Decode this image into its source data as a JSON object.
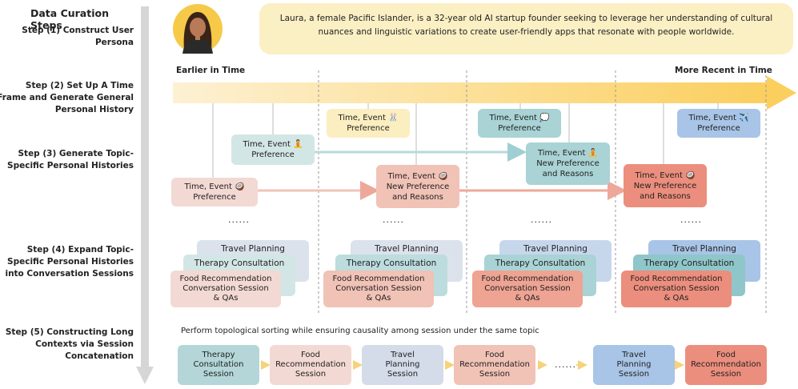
{
  "title": "Data Curation Steps",
  "steps": [
    {
      "label": "Step (1) Construct User Persona"
    },
    {
      "label": "Step (2) Set Up A Time Frame and Generate General Personal History"
    },
    {
      "label": "Step (3) Generate Topic-Specific Personal Histories"
    },
    {
      "label": "Step (4) Expand Topic-Specific Personal Histories into Conversation Sessions"
    },
    {
      "label": "Step (5) Constructing Long Contexts via Session Concatenation"
    }
  ],
  "persona": {
    "text": "Laura, a female Pacific Islander, is a 32-year old AI startup founder seeking to leverage her understanding of cultural nuances and linguistic variations to create user-friendly apps that resonate with people worldwide."
  },
  "timeline": {
    "left_label": "Earlier in Time",
    "right_label": "More Recent in Time"
  },
  "events": {
    "e_top_1": {
      "line1": "Time, Event",
      "icon": "🐰",
      "line2": "Preference"
    },
    "e_top_2": {
      "line1": "Time, Event",
      "icon": "💭",
      "line2": "Preference"
    },
    "e_top_3": {
      "line1": "Time, Event",
      "icon": "✈️",
      "line2": "Preference"
    },
    "e_mid_1": {
      "line1": "Time, Event",
      "icon": "🧘",
      "line2": "Preference"
    },
    "e_mid_2": {
      "line1": "Time, Event",
      "icon": "🧘",
      "line2": "New Preference",
      "line3": "and Reasons"
    },
    "e_low_1": {
      "line1": "Time, Event",
      "icon": "🥥",
      "line2": "Preference"
    },
    "e_low_2": {
      "line1": "Time, Event",
      "icon": "🥥",
      "line2": "New Preference",
      "line3": "and Reasons"
    },
    "e_low_3": {
      "line1": "Time, Event",
      "icon": "🥥",
      "line2": "New Preference",
      "line3": "and Reasons"
    }
  },
  "ellipsis": "......",
  "stacks": {
    "travel": "Travel Planning",
    "therapy": "Therapy Consultation",
    "food_line1": "Food Recommendation",
    "food_line2": "Conversation Session",
    "food_line3": "& QAs"
  },
  "sorting_note": "Perform topological sorting while ensuring causality among session under the same topic",
  "sequence": [
    {
      "l1": "Therapy",
      "l2": "Consultation",
      "l3": "Session"
    },
    {
      "l1": "Food",
      "l2": "Recommendation",
      "l3": "Session"
    },
    {
      "l1": "Travel",
      "l2": "Planning",
      "l3": "Session"
    },
    {
      "l1": "Food",
      "l2": "Recommendation",
      "l3": "Session"
    },
    {
      "l1": "Travel",
      "l2": "Planning",
      "l3": "Session"
    },
    {
      "l1": "Food",
      "l2": "Recommendation",
      "l3": "Session"
    }
  ],
  "colors": {
    "persona_bg": "#fbefc4",
    "timeline": "#fbd36a",
    "pink_light": "#f3d9d3",
    "pink_mid": "#f1c2b6",
    "salmon": "#ec8e7d",
    "teal_light": "#d3e6e6",
    "teal": "#a9d3d5",
    "blue_light": "#d3dce8",
    "blue": "#a8c4e6",
    "cream": "#fbeec0"
  }
}
